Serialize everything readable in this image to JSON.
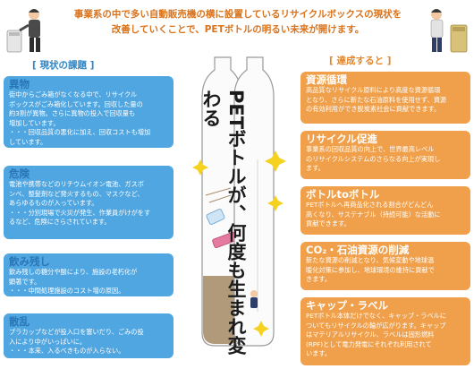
{
  "intro": {
    "line1": "事業系の中で多い自動販売機の横に設置しているリサイクルボックスの現状を",
    "line2": "改善していくことで、PETボトルの明るい未来が開けます。"
  },
  "current_issues": {
    "heading": "[ 現状の課題 ]",
    "cards": [
      {
        "title": "異物",
        "lines": [
          "街中からごみ箱がなくなる中で、リサイクル",
          "ボックスがごみ箱化しています。回収した量の",
          "約3割が異物。さらに異物の投入で回収量も",
          "増加しています。",
          "・・・回収品質の悪化に加え、回収コストも増加",
          "しています。"
        ]
      },
      {
        "title": "危険",
        "lines": [
          "電池や携帯などのリチウムイオン電池、ガスボ",
          "ンベ、整髪剤など発火するもの、マスクなど、",
          "あらゆるものが入っています。",
          "・・・分別現場で火災が発生、作業員がけがをす",
          "るなど、危険にさらされています。"
        ]
      },
      {
        "title": "飲み残し",
        "lines": [
          "飲み残しの糖分や酸により、施設の老朽化が",
          "顕著です。",
          "・・・中間処理施設のコスト増の原因。"
        ]
      },
      {
        "title": "散乱",
        "lines": [
          "プラカップなどが投入口を塞いだり、ごみの投",
          "入により中がいっぱいに。",
          "・・・本来、入るべきものが入らない。"
        ]
      }
    ]
  },
  "achievements": {
    "heading": "[ 達成すると ]",
    "cards": [
      {
        "title": "資源循環",
        "lines": [
          "高品質なリサイクル原料により高度な資源循環",
          "となり、さらに新たな石油原料を使用せず、資源",
          "の有効利用ができ脱炭素社会に貢献できます。"
        ]
      },
      {
        "title": "リサイクル促進",
        "lines": [
          "事業系の回収品質の向上で、世界最高レベル",
          "のリサイクルシステムのさらなる向上が実現し",
          "ます。"
        ]
      },
      {
        "title": "ボトルtoボトル",
        "lines": [
          "PETボトルへ再商品化される割合がどんどん",
          "高くなり、サステナブル（持続可能）な活動に",
          "貢献できます。"
        ]
      },
      {
        "title": "CO₂・石油資源の削減",
        "lines": [
          "新たな資源の削減となり、気候変動や地球温",
          "暖化対策に参加し、地球環境の維持に貢献で",
          "きます。"
        ]
      },
      {
        "title": "キャップ・ラベル",
        "lines": [
          "PETボトル本体だけでなく、キャップ・ラベルに",
          "ついてもリサイクルの輪が広がります。キャップ",
          "はマテリアルリサイクル、ラベルは固形燃料",
          "(RPF)として電力発電にそれぞれ利用されて",
          "います。"
        ]
      }
    ]
  },
  "center_title": "PETボトルが、何度も生まれ変わる",
  "colors": {
    "orange_text": "#d9731c",
    "blue_card": "#4fa6e1",
    "orange_card": "#f0a04b",
    "blue_heading": "#2f86c6"
  }
}
